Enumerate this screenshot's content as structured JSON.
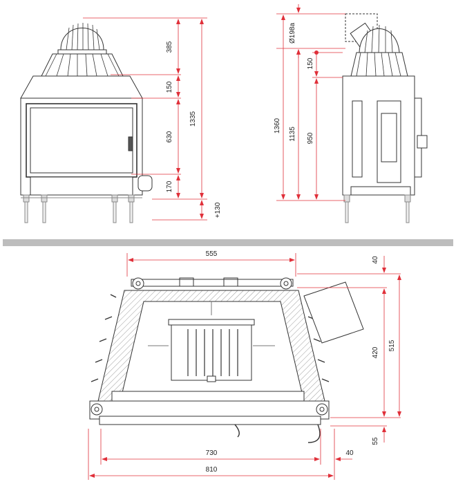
{
  "front_view": {
    "dims": {
      "d385": "385",
      "d150": "150",
      "d630": "630",
      "d1335": "1335",
      "d170": "170",
      "d130": "+130"
    }
  },
  "side_view": {
    "dims": {
      "d198": "Ø198a",
      "d150": "150",
      "d1360": "1360",
      "d1135": "1135",
      "d950": "950"
    }
  },
  "plan_view": {
    "dims": {
      "d555": "555",
      "d40top": "40",
      "d420": "420",
      "d515": "515",
      "d55": "55",
      "d730": "730",
      "d40bottom": "40",
      "d810": "810"
    }
  },
  "colors": {
    "dimension": "#e0303a",
    "outline": "#333333",
    "separator": "#bdbdbd",
    "hatch": "#9a9a9a"
  }
}
